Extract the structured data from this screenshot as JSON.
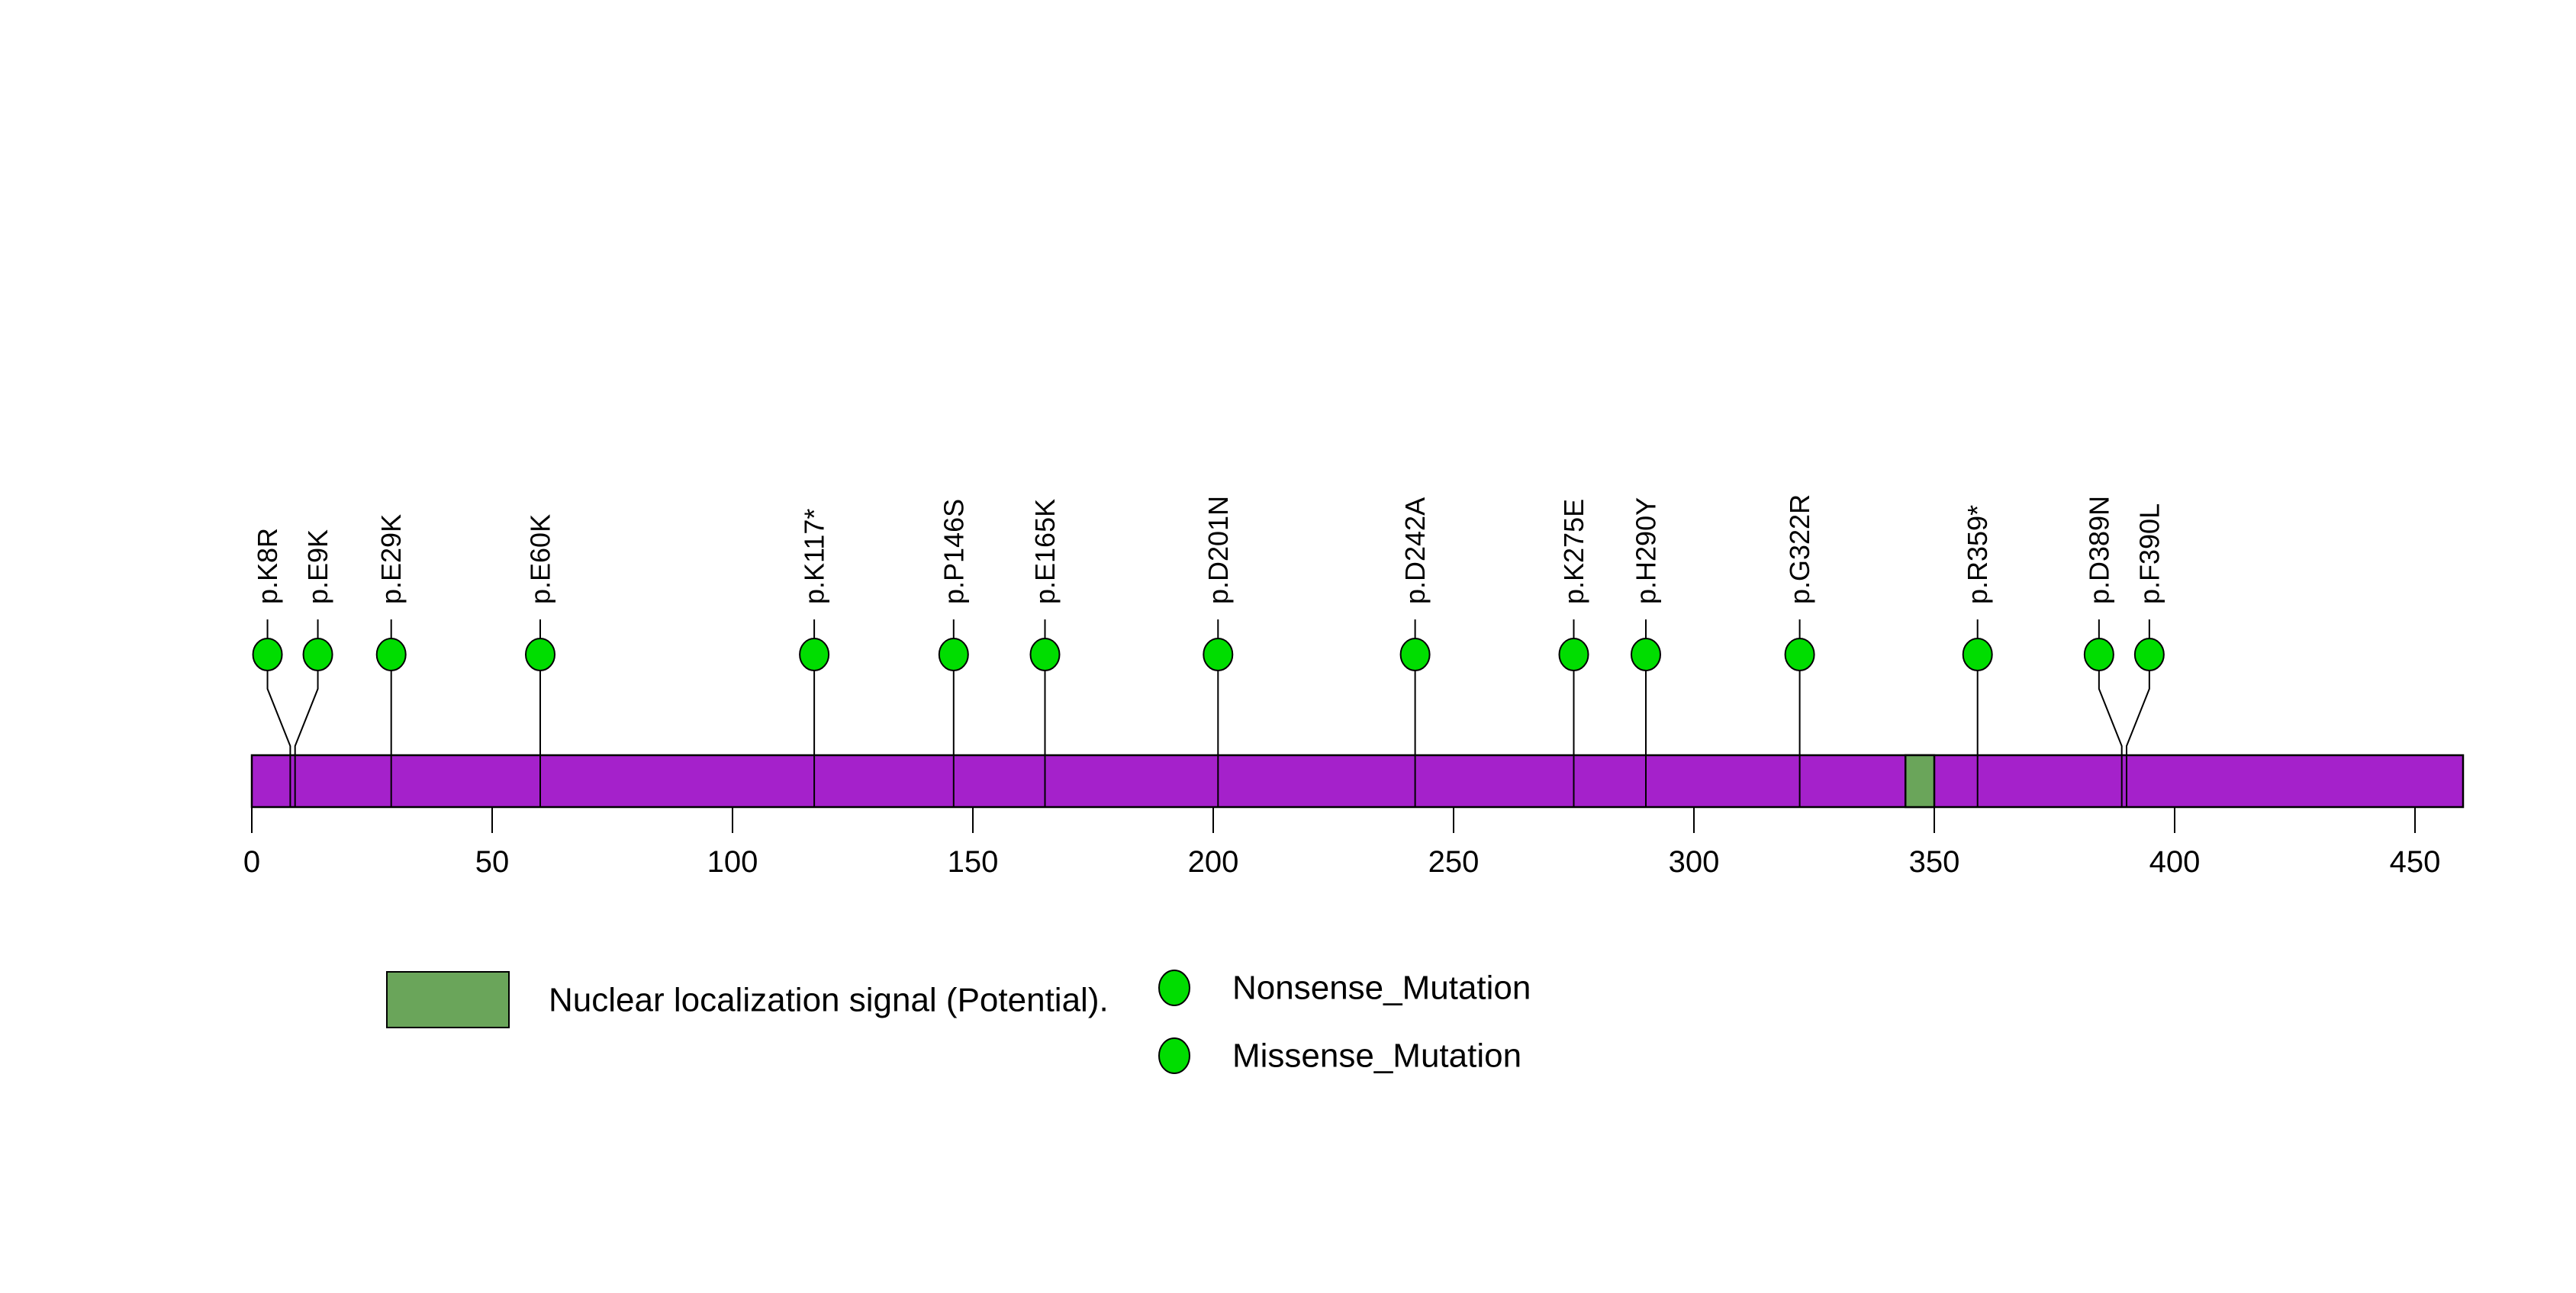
{
  "chart_data": {
    "type": "lollipop",
    "title": "",
    "xlabel": "",
    "axis": {
      "min": 0,
      "max": 460,
      "ticks": [
        0,
        50,
        100,
        150,
        200,
        250,
        300,
        350,
        400,
        450
      ],
      "grid": false
    },
    "protein": {
      "length": 460,
      "color": "#A521CB",
      "outline_color": "#000000"
    },
    "regions": [
      {
        "name": "Nuclear localization signal (Potential).",
        "start": 344,
        "end": 350,
        "color": "#6AA55A"
      }
    ],
    "mutation_color": "#00DD00",
    "mutations": [
      {
        "label": "p.K8R",
        "position": 8,
        "type": "Missense_Mutation"
      },
      {
        "label": "p.E9K",
        "position": 9,
        "type": "Missense_Mutation"
      },
      {
        "label": "p.E29K",
        "position": 29,
        "type": "Missense_Mutation"
      },
      {
        "label": "p.E60K",
        "position": 60,
        "type": "Missense_Mutation"
      },
      {
        "label": "p.K117*",
        "position": 117,
        "type": "Nonsense_Mutation"
      },
      {
        "label": "p.P146S",
        "position": 146,
        "type": "Missense_Mutation"
      },
      {
        "label": "p.E165K",
        "position": 165,
        "type": "Missense_Mutation"
      },
      {
        "label": "p.D201N",
        "position": 201,
        "type": "Missense_Mutation"
      },
      {
        "label": "p.D242A",
        "position": 242,
        "type": "Missense_Mutation"
      },
      {
        "label": "p.K275E",
        "position": 275,
        "type": "Missense_Mutation"
      },
      {
        "label": "p.H290Y",
        "position": 290,
        "type": "Missense_Mutation"
      },
      {
        "label": "p.G322R",
        "position": 322,
        "type": "Missense_Mutation"
      },
      {
        "label": "p.R359*",
        "position": 359,
        "type": "Nonsense_Mutation"
      },
      {
        "label": "p.D389N",
        "position": 389,
        "type": "Missense_Mutation"
      },
      {
        "label": "p.F390L",
        "position": 390,
        "type": "Missense_Mutation"
      }
    ],
    "legend": [
      {
        "swatch": "rect",
        "color": "#6AA55A",
        "label": "Nuclear localization signal (Potential)."
      },
      {
        "swatch": "circle",
        "color": "#00DD00",
        "label": "Nonsense_Mutation"
      },
      {
        "swatch": "circle",
        "color": "#00DD00",
        "label": "Missense_Mutation"
      }
    ]
  }
}
